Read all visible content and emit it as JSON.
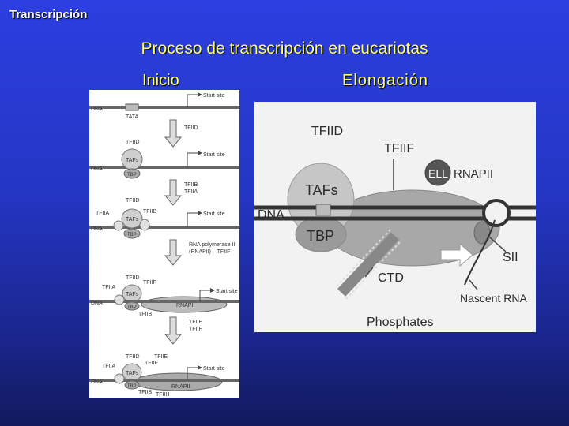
{
  "header": {
    "title": "Transcripción"
  },
  "slide": {
    "title": "Proceso de transcripción en eucariotas"
  },
  "columns": {
    "left": "Inicio",
    "right": "Elongación"
  },
  "initiation_top": {
    "dna": "DNA",
    "tata": "TATA",
    "start_site": "Start site",
    "tfiid": "TFIID",
    "tafs": "TAFs",
    "tbp": "TBP",
    "tfiib": "TFIIB",
    "tfiia": "TFIIA",
    "rnap_line1": "RNA polymerase II",
    "rnap_line2": "(RNAPII) – TFIIF"
  },
  "initiation_bottom": {
    "dna": "DNA",
    "start_site": "Start site",
    "tfiid": "TFIID",
    "tfiia": "TFIIA",
    "tfiif": "TFIIF",
    "tafs": "TAFs",
    "tbp": "TBP",
    "tfiib": "TFIIB",
    "rnapii": "RNAPII",
    "tfiie": "TFIIE",
    "tfiih": "TFIIH"
  },
  "elongation": {
    "tfiid": "TFIID",
    "tfiif": "TFIIF",
    "ell": "ELL",
    "rnapii": "RNAPII",
    "dna": "DNA",
    "tafs": "TAFs",
    "tbp": "TBP",
    "sii": "SII",
    "ctd": "CTD",
    "nascent_rna": "Nascent RNA",
    "phosphates": "Phosphates"
  }
}
